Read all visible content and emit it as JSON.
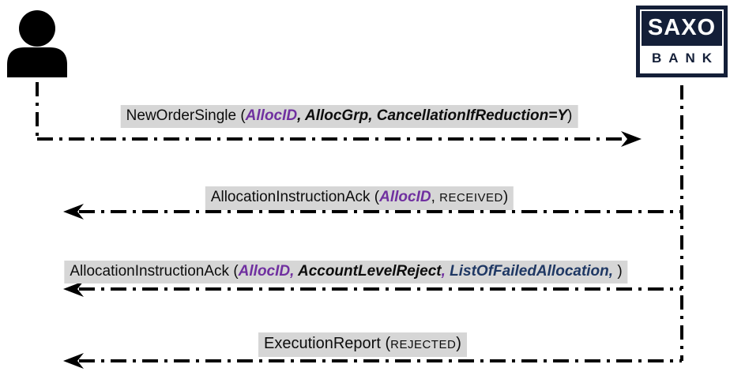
{
  "diagram_type": "sequence-diagram",
  "actors": {
    "client": {
      "icon": "person-icon"
    },
    "bank": {
      "logo_top": "SAXO",
      "logo_bottom": "BANK"
    }
  },
  "colors": {
    "keyword_purple": "#7030A0",
    "keyword_navy": "#1F3864",
    "label_background": "#D6D6D6",
    "brand_navy": "#141F38",
    "line_color": "#000000"
  },
  "messages": [
    {
      "id": 1,
      "direction": "client-to-bank",
      "segments": [
        {
          "text": "NewOrderSingle ("
        },
        {
          "text": "AllocID"
        },
        {
          "text": ", AllocGrp, CancellationIfReduction=Y"
        },
        {
          "text": ")"
        }
      ]
    },
    {
      "id": 2,
      "direction": "bank-to-client",
      "segments": [
        {
          "text": "AllocationInstructionAck ("
        },
        {
          "text": "AllocID"
        },
        {
          "text": ", "
        },
        {
          "text": "RECEIVED"
        },
        {
          "text": ")"
        }
      ]
    },
    {
      "id": 3,
      "direction": "bank-to-client",
      "segments": [
        {
          "text": "AllocationInstructionAck ("
        },
        {
          "text": "AllocID,"
        },
        {
          "text": " AccountLevelReject"
        },
        {
          "text": ","
        },
        {
          "text": " ListOfFailedAllocation,"
        },
        {
          "text": " )"
        }
      ]
    },
    {
      "id": 4,
      "direction": "bank-to-client",
      "segments": [
        {
          "text": "ExecutionReport ("
        },
        {
          "text": "REJECTED"
        },
        {
          "text": ")"
        }
      ]
    }
  ]
}
